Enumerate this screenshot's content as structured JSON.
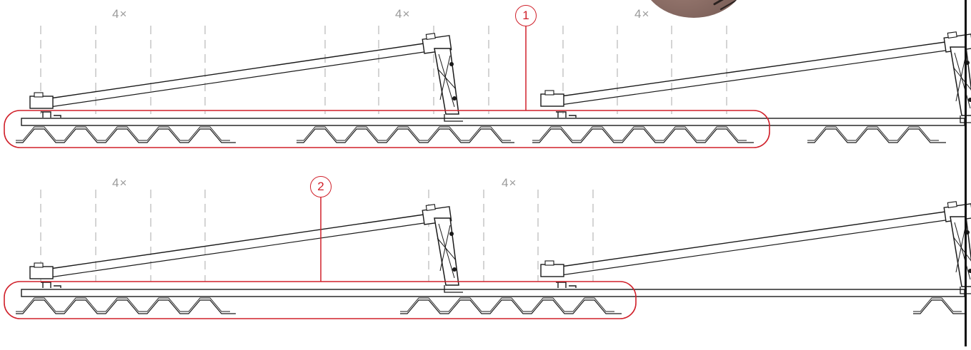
{
  "labels": {
    "mult_top_left": "4×",
    "mult_top_mid": "4×",
    "mult_top_right": "4×",
    "mult_bottom_left": "4×",
    "mult_bottom_mid": "4×",
    "callout_1": "1",
    "callout_2": "2"
  },
  "colors": {
    "line": "#1a1a1a",
    "dashed": "#b8b8b8",
    "highlight": "#d0202a",
    "label": "#9a9a9a"
  }
}
